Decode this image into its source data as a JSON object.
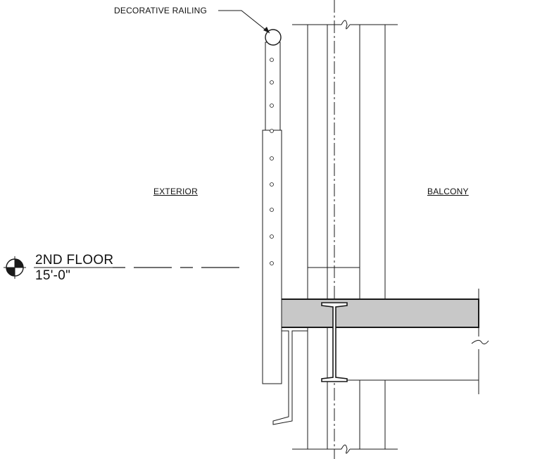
{
  "labels": {
    "callout": "DECORATIVE RAILING",
    "exterior": "EXTERIOR",
    "balcony": "BALCONY"
  },
  "level_marker": {
    "name": "2ND FLOOR",
    "elevation": "15'-0\""
  },
  "colors": {
    "line": "#1a1a1a",
    "slab_fill": "#c8c8c8",
    "thin_line": "#555555"
  }
}
